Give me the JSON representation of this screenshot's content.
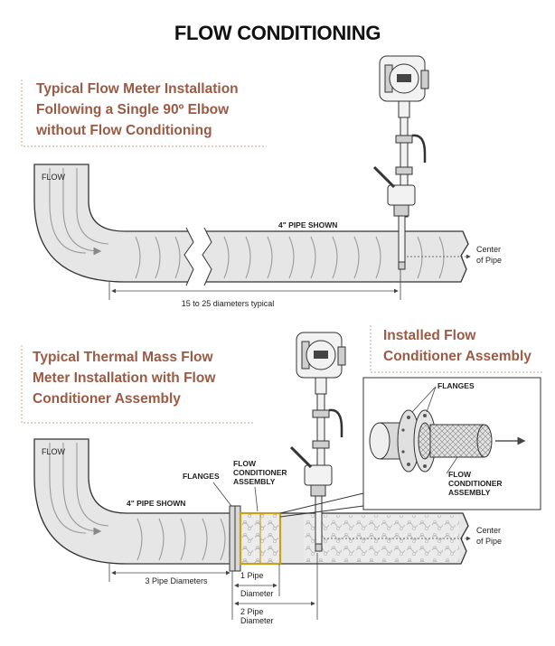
{
  "title": "FLOW CONDITIONING",
  "top_diagram": {
    "caption_lines": [
      "Typical Flow Meter Installation",
      "Following a Single 90º Elbow",
      "without Flow Conditioning"
    ],
    "flow_label": "FLOW",
    "pipe_label": "4\" PIPE SHOWN",
    "center_label_lines": [
      "Center",
      "of Pipe"
    ],
    "dimension_label": "15 to 25 diameters typical"
  },
  "bottom_diagram": {
    "caption_lines": [
      "Typical Thermal Mass Flow",
      "Meter Installation with Flow",
      "Conditioner Assembly"
    ],
    "inset_caption_lines": [
      "Installed Flow",
      "Conditioner Assembly"
    ],
    "flow_label": "FLOW",
    "pipe_label": "4\" PIPE SHOWN",
    "flanges_label": "FLANGES",
    "conditioner_label_lines": [
      "FLOW",
      "CONDITIONER",
      "ASSEMBLY"
    ],
    "center_label_lines": [
      "Center",
      "of Pipe"
    ],
    "dim_3_label": "3 Pipe Diameters",
    "dim_1_label_lines": [
      "1 Pipe",
      "Diameter"
    ],
    "dim_2_label_lines": [
      "2 Pipe",
      "Diameter"
    ],
    "inset_flanges_label": "FLANGES",
    "inset_conditioner_label_lines": [
      "FLOW",
      "CONDITIONER",
      "ASSEMBLY"
    ]
  }
}
